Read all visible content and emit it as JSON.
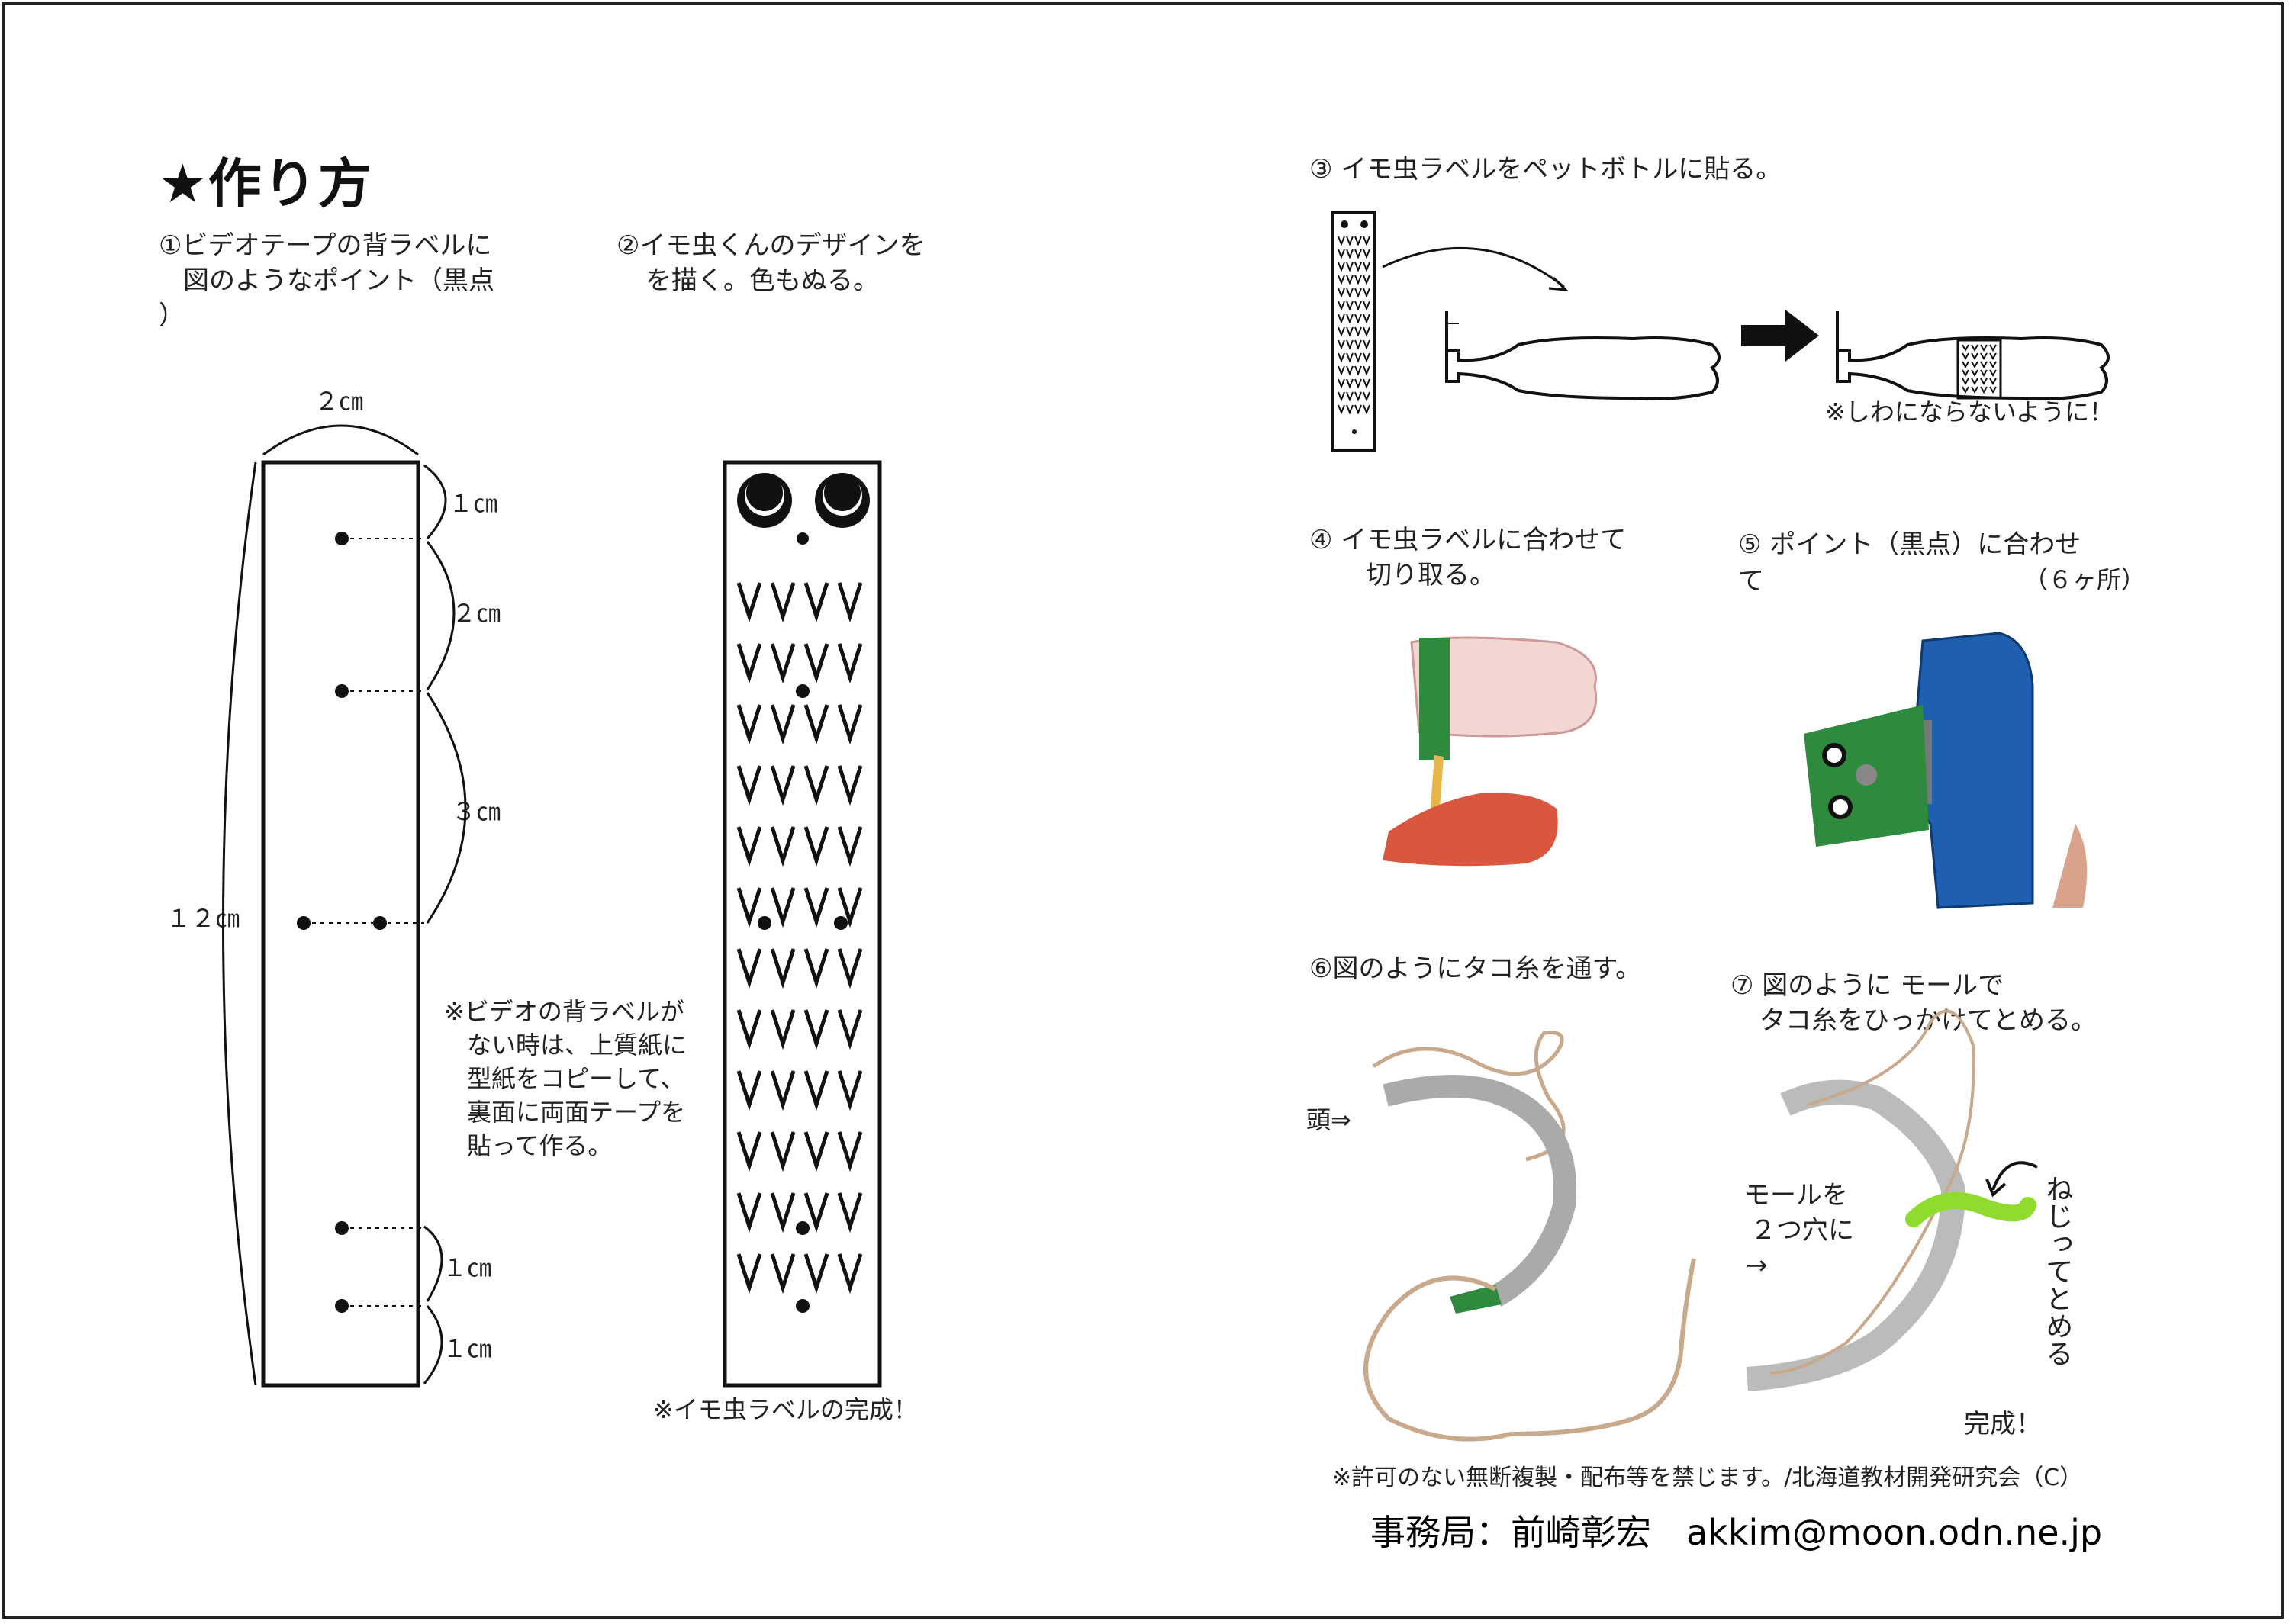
{
  "title": "★作り方",
  "steps": {
    "s1_l1": "①ビデオテープの背ラベルに",
    "s1_l2": "図のようなポイント（黒点",
    "s1_l3": "）",
    "s2_l1": "②イモ虫くんのデザインを",
    "s2_l2": "を描く。色もぬる。",
    "s3": "③ イモ虫ラベルをペットボトルに貼る。",
    "s3_note": "※しわにならないように！",
    "s4_l1": "④ イモ虫ラベルに合わせて",
    "s4_l2": "切り取る。",
    "s5_l1": "⑤ ポイント（黒点）に合わせ",
    "s5_l2": "て",
    "s5_l3": "（６ヶ所）",
    "s6": "⑥図のようにタコ糸を通す。",
    "s7_l1": "⑦ 図のように モールで",
    "s7_l2": "タコ糸をひっかけてとめる。"
  },
  "dimensions": {
    "width": "２㎝",
    "total": "１２㎝",
    "gap1": "１㎝",
    "gap2": "２㎝",
    "gap3": "３㎝",
    "gap4": "１㎝",
    "gap5": "１㎝"
  },
  "notes": {
    "video_l1": "※ビデオの背ラベルが",
    "video_l2": "ない時は、上質紙に",
    "video_l3": "型紙をコピーして、",
    "video_l4": "裏面に両面テープを",
    "video_l5": "貼って作る。",
    "label_complete": "※イモ虫ラベルの完成！",
    "head": "頭⇒",
    "mole_l1": "モールを",
    "mole_l2": "２つ穴に",
    "mole_l3": "→",
    "twist": "ねじってとめる",
    "done": "完成！"
  },
  "footer": {
    "copyright": "※許可のない無断複製・配布等を禁じます。/北海道教材開発研究会（C）",
    "contact": "事務局：前崎彰宏　akkim@moon.odn.ne.jp"
  },
  "colors": {
    "green_label": "#2e8b3e",
    "blue_stapler": "#1e5fb0",
    "skin": "#d9573f",
    "string": "#c9a98c"
  }
}
